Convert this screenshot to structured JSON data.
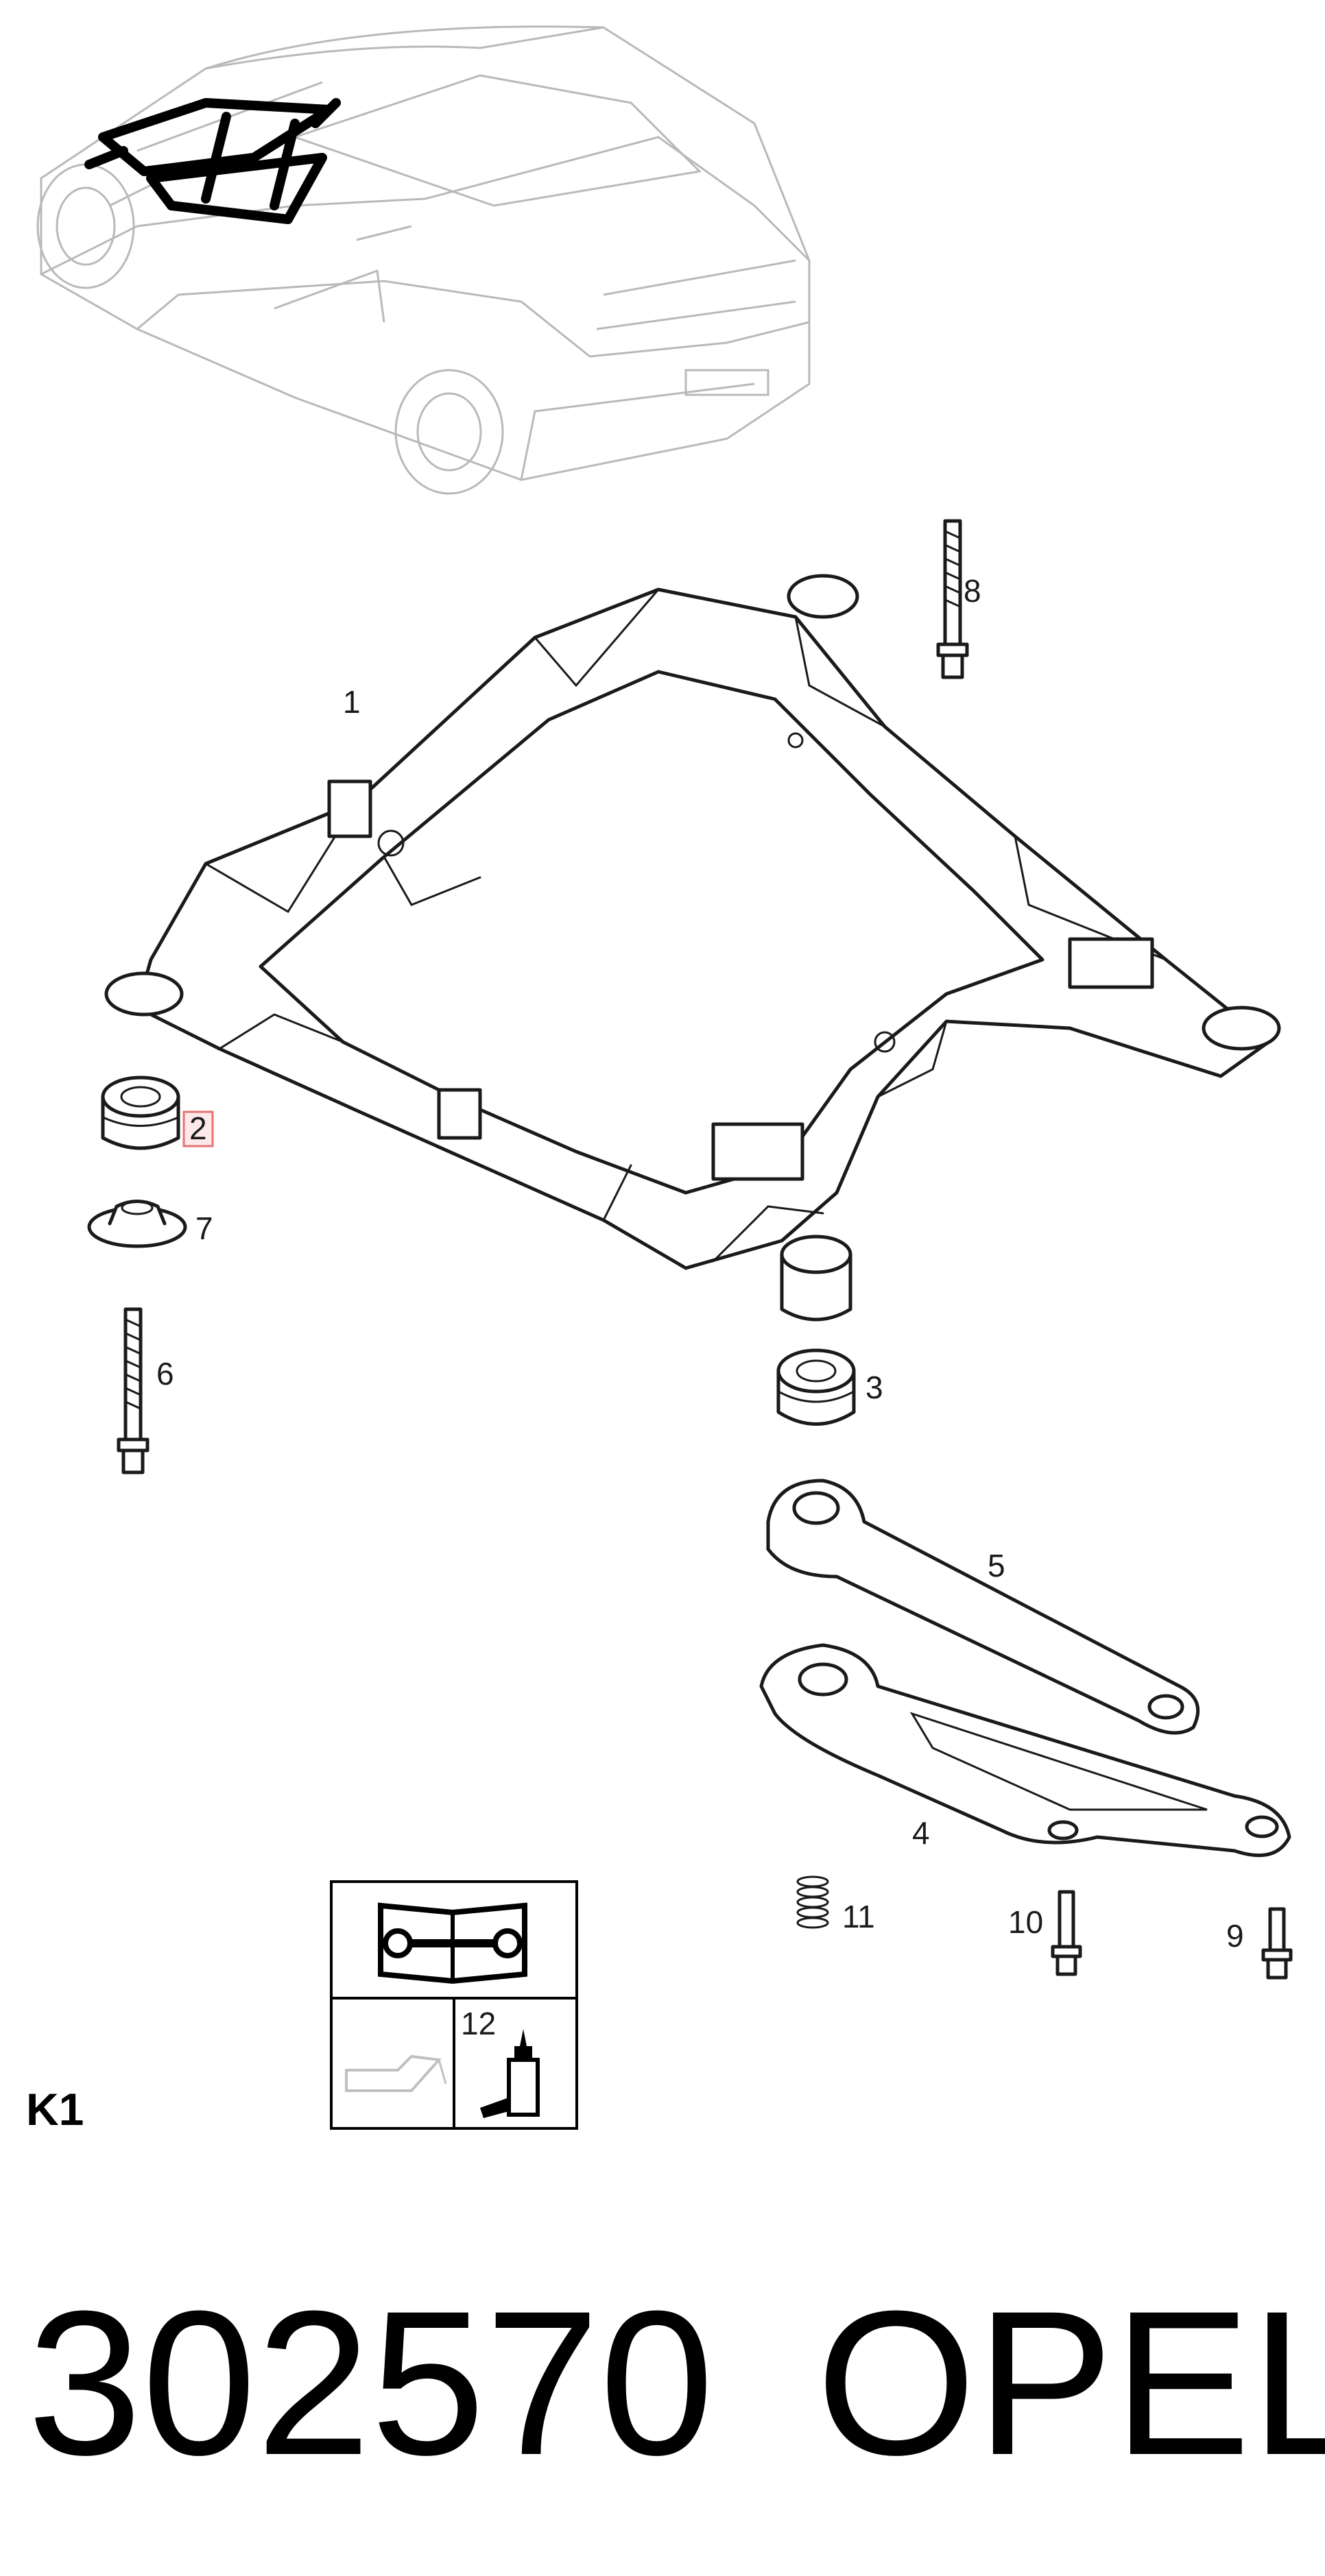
{
  "callouts": {
    "c1": "1",
    "c2": "2",
    "c3": "3",
    "c4": "4",
    "c5": "5",
    "c6": "6",
    "c7": "7",
    "c8": "8",
    "c9": "9",
    "c10": "10",
    "c11": "11",
    "c12": "12"
  },
  "section_label": "K1",
  "part_number": "302570",
  "brand": "OPEL",
  "colors": {
    "highlight": "#e57373",
    "line": "#1a1a1a",
    "car_outline": "#b9b9b9"
  },
  "icons": [
    "manual-wrench-icon",
    "oil-can-icon",
    "adhesive-bottle-icon"
  ]
}
